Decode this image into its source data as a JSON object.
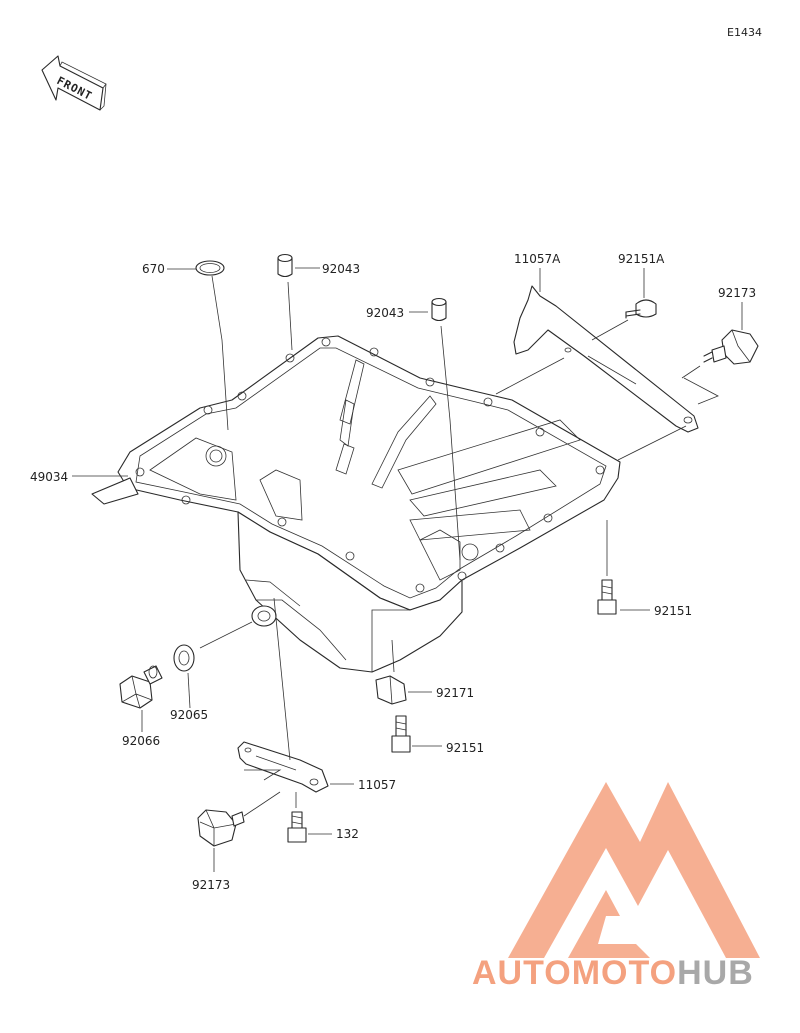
{
  "diagram_code": "E1434",
  "front_label": "FRONT",
  "labels": {
    "p670": "670",
    "p92043_a": "92043",
    "p92043_b": "92043",
    "p11057A": "11057A",
    "p92151A": "92151A",
    "p92173_a": "92173",
    "p49034": "49034",
    "p92151_a": "92151",
    "p92171": "92171",
    "p92151_b": "92151",
    "p92066": "92066",
    "p92065": "92065",
    "p11057": "11057",
    "p132": "132",
    "p92173_b": "92173"
  },
  "watermark": {
    "part1": "AUTO",
    "part2": "MOTO",
    "part3": "HUB",
    "color_main": "#f4a17f",
    "color_dark": "#a8a8a8"
  }
}
